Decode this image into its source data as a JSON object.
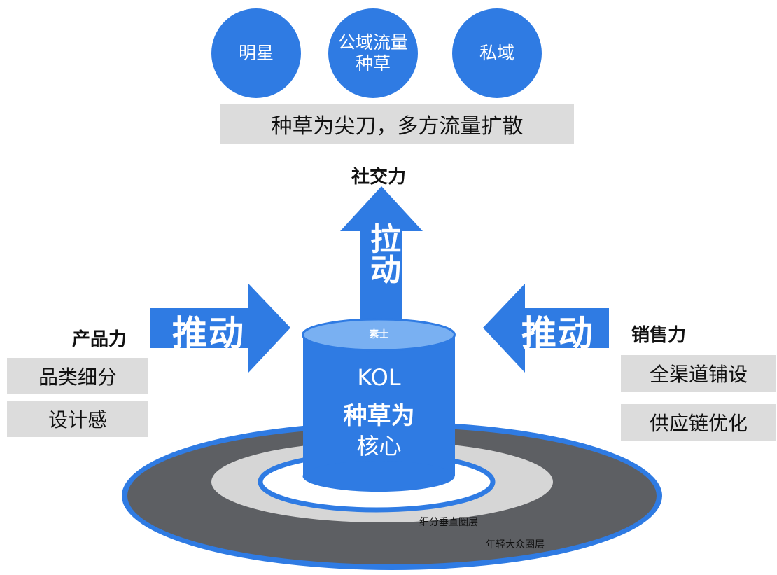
{
  "top": {
    "circles": [
      "明星",
      "公域流量\n种草",
      "私域"
    ],
    "banner": "种草为尖刀，多方流量扩散",
    "label": "社交力",
    "arrow_text": "拉动"
  },
  "left": {
    "title": "产品力",
    "arrow_text": "推动",
    "items": [
      "品类细分",
      "设计感"
    ]
  },
  "right": {
    "title": "销售力",
    "arrow_text": "推动",
    "items": [
      "全渠道铺设",
      "供应链优化"
    ]
  },
  "center": {
    "cap": "素士",
    "line1": "KOL",
    "line2": "种草为",
    "line3": "核心"
  },
  "rings": {
    "inner": "细分垂直圈层",
    "outer": "年轻大众圈层"
  },
  "colors": {
    "blue": "#2f7be3",
    "gray": "#dcdcdc",
    "dark": "#5d5f63"
  }
}
